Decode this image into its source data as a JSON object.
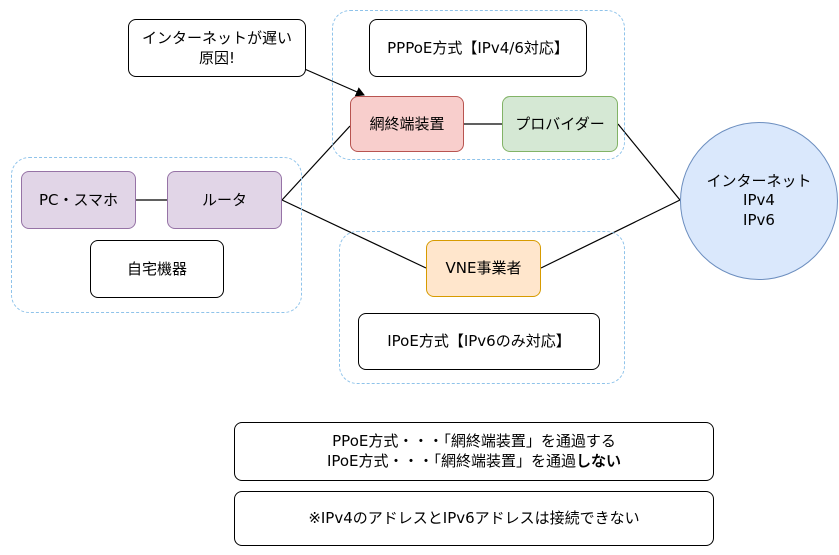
{
  "callout": {
    "line1": "インターネットが遅い",
    "line2": "原因!"
  },
  "pppoe_label": "PPPoE方式【IPv4/6対応】",
  "ipoe_label": "IPoE方式【IPv6のみ対応】",
  "nodes": {
    "pc": "PC・スマホ",
    "router": "ルータ",
    "home": "自宅機器",
    "ntu": "網終端装置",
    "provider": "プロバイダー",
    "vne": "VNE事業者"
  },
  "internet": {
    "title": "インターネット",
    "v4": "IPv4",
    "v6": "IPv6"
  },
  "note1": {
    "line1": "PPoE方式・・・「網終端装置」を通過する",
    "line2_prefix": "IPoE方式・・・「網終端装置」を通過",
    "line2_bold": "しない"
  },
  "note2": "※IPv4のアドレスとIPv6アドレスは接続できない",
  "colors": {
    "group_border": "#8fc3ea",
    "purple_fill": "#e1d5e7",
    "red_fill": "#f8cecc",
    "green_fill": "#d5e8d4",
    "orange_fill": "#ffe6cc",
    "internet_fill": "#dae8fc"
  }
}
